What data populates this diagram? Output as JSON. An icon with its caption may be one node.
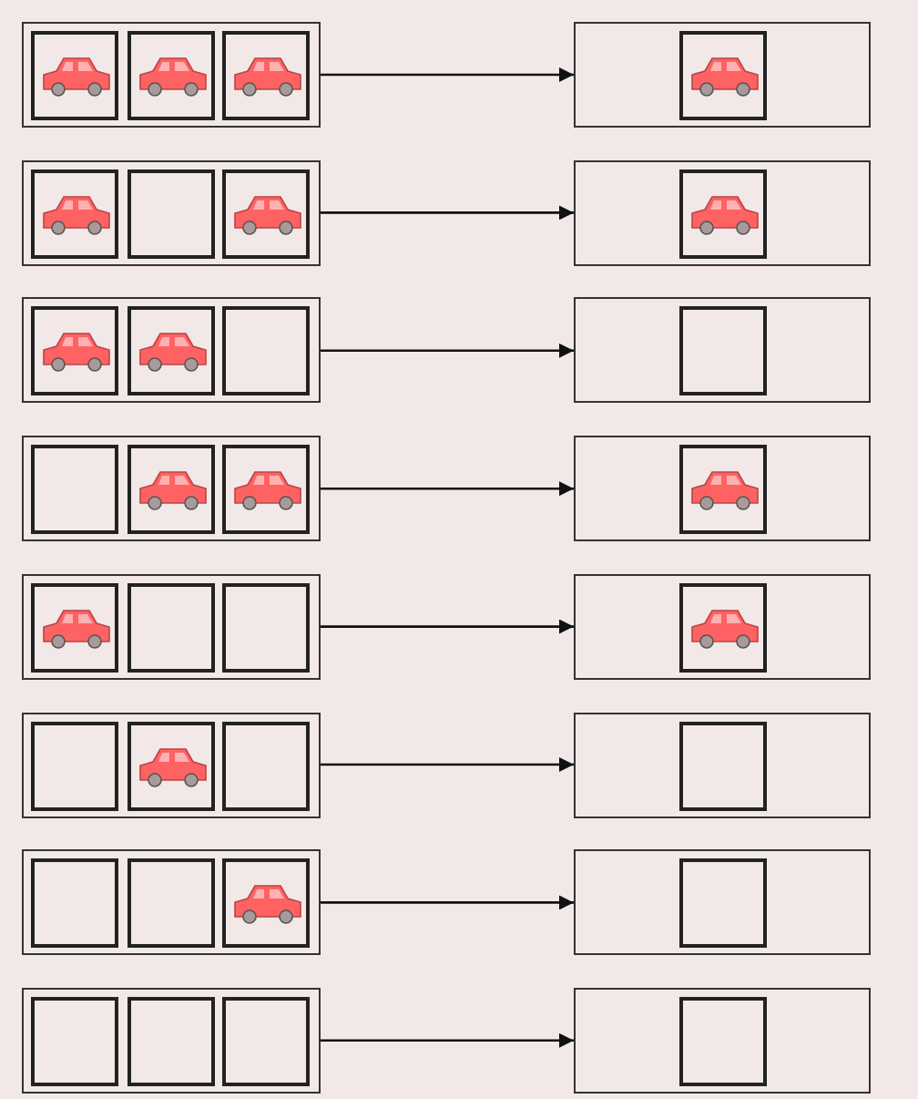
{
  "diagram": {
    "nodes": [
      {
        "text": [],
        "shape": "box"
      },
      {
        "text": [],
        "shape": "box",
        "in": 0
      },
      {
        "text": [],
        "shape": "car",
        "in": 1
      },
      {
        "text": [],
        "shape": "box",
        "in": 0
      },
      {
        "text": [],
        "shape": "car",
        "in": 3
      },
      {
        "text": [],
        "shape": "box",
        "in": 0
      },
      {
        "text": [],
        "shape": "car",
        "in": 5
      },
      {
        "text": [],
        "shape": "box"
      },
      {
        "text": [],
        "shape": "box",
        "in": 7
      },
      {
        "text": [],
        "shape": "car",
        "in": 8
      },
      {
        "text": [],
        "shape": "box"
      },
      {
        "text": [],
        "shape": "box",
        "in": 10
      },
      {
        "text": [],
        "shape": "car",
        "in": 11
      },
      {
        "text": [],
        "shape": "box",
        "in": 10
      },
      {
        "text": [],
        "shape": "box",
        "in": 10
      },
      {
        "text": [],
        "shape": "car",
        "in": 14
      },
      {
        "text": [],
        "shape": "box"
      },
      {
        "text": [],
        "shape": "box",
        "in": 16
      },
      {
        "text": [],
        "shape": "car",
        "in": 17
      },
      {
        "text": [],
        "shape": "box"
      },
      {
        "text": [],
        "shape": "box",
        "in": 19
      },
      {
        "text": [],
        "shape": "car",
        "in": 20
      },
      {
        "text": [],
        "shape": "box",
        "in": 19
      },
      {
        "text": [],
        "shape": "car",
        "in": 22
      },
      {
        "text": [],
        "shape": "box",
        "in": 19
      },
      {
        "text": [],
        "shape": "box"
      },
      {
        "text": [],
        "shape": "box",
        "in": 25
      },
      {
        "text": [],
        "shape": "box"
      },
      {
        "text": [],
        "shape": "box",
        "in": 27
      },
      {
        "text": [],
        "shape": "box",
        "in": 27
      },
      {
        "text": [],
        "shape": "car",
        "in": 29
      },
      {
        "text": [],
        "shape": "box",
        "in": 27
      },
      {
        "text": [],
        "shape": "car",
        "in": 31
      },
      {
        "text": [],
        "shape": "box"
      },
      {
        "text": [],
        "shape": "box",
        "in": 33
      },
      {
        "text": [],
        "shape": "car",
        "in": 34
      },
      {
        "text": [],
        "shape": "box"
      },
      {
        "text": [],
        "shape": "box",
        "in": 36
      },
      {
        "text": [],
        "shape": "car",
        "in": 37
      },
      {
        "text": [],
        "shape": "box",
        "in": 36
      },
      {
        "text": [],
        "shape": "box",
        "in": 36
      },
      {
        "text": [],
        "shape": "box"
      },
      {
        "text": [],
        "shape": "box",
        "in": 41
      },
      {
        "text": [],
        "shape": "car",
        "in": 42
      },
      {
        "text": [],
        "shape": "box"
      },
      {
        "text": [],
        "shape": "box",
        "in": 44
      },
      {
        "text": [],
        "shape": "box",
        "in": 44
      },
      {
        "text": [],
        "shape": "car",
        "in": 46
      },
      {
        "text": [],
        "shape": "box",
        "in": 44
      },
      {
        "text": [],
        "shape": "box"
      },
      {
        "text": [],
        "shape": "box",
        "in": 49
      },
      {
        "text": [],
        "shape": "box"
      },
      {
        "text": [],
        "shape": "box",
        "in": 51
      },
      {
        "text": [],
        "shape": "box",
        "in": 51
      },
      {
        "text": [],
        "shape": "box",
        "in": 51
      },
      {
        "text": [],
        "shape": "car",
        "in": 54
      },
      {
        "text": [],
        "shape": "box"
      },
      {
        "text": [],
        "shape": "box",
        "in": 56
      },
      {
        "text": [],
        "shape": "box"
      },
      {
        "text": [],
        "shape": "box",
        "in": 58
      },
      {
        "text": [],
        "shape": "box",
        "in": 58
      },
      {
        "text": [],
        "shape": "box",
        "in": 58
      },
      {
        "text": [],
        "shape": "box"
      },
      {
        "text": [],
        "shape": "box",
        "in": 62
      }
    ],
    "edges": [
      {
        "from": 0,
        "to": 7,
        "arrow": "to"
      },
      {
        "from": 10,
        "to": 16,
        "arrow": "to"
      },
      {
        "from": 19,
        "to": 25,
        "arrow": "to"
      },
      {
        "from": 27,
        "to": 33,
        "arrow": "to"
      },
      {
        "from": 36,
        "to": 41,
        "arrow": "to"
      },
      {
        "from": 44,
        "to": 49,
        "arrow": "to"
      },
      {
        "from": 51,
        "to": 56,
        "arrow": "to"
      },
      {
        "from": 58,
        "to": 62,
        "arrow": "to"
      }
    ]
  }
}
